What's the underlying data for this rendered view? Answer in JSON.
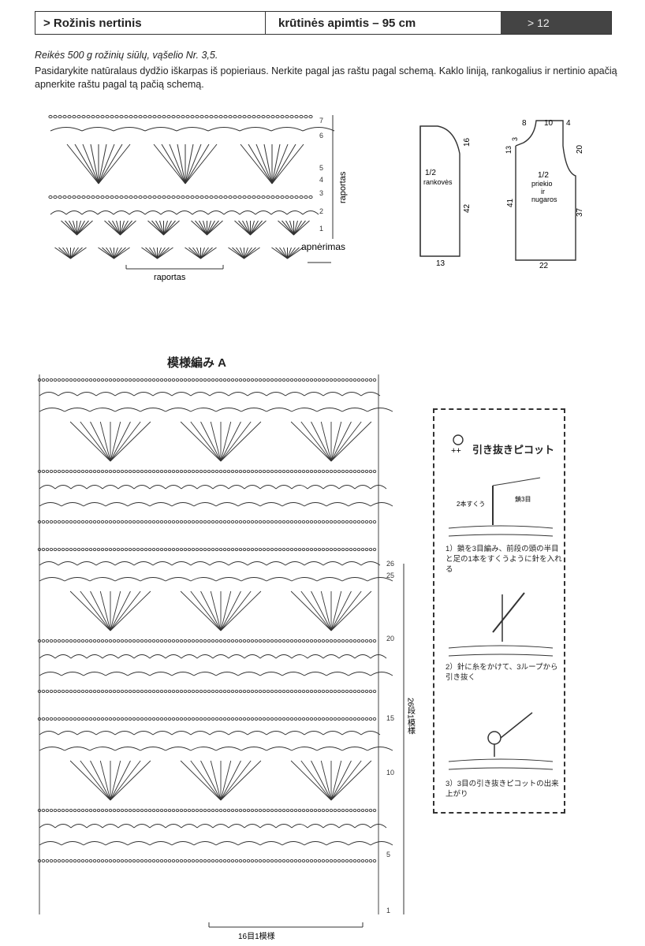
{
  "header": {
    "title": "> Rožinis nertinis",
    "size": "krūtinės apimtis – 95 cm",
    "page": "> 12"
  },
  "intro": {
    "materials": "Reikės 500 g rožinių siūlų, vąšelio Nr. 3,5.",
    "instructions": "Pasidarykite natūralaus dydžio iškarpas iš popieriaus. Nerkite pagal jas raštu pagal schemą. Kaklo liniją, rankogalius ir nertinio apačią apnerkite raštu pagal tą pačią schemą."
  },
  "small_chart": {
    "rows": [
      "7",
      "6",
      "5",
      "4",
      "3",
      "2",
      "1"
    ],
    "raportas_v": "raportas",
    "edging": "apnėrimas",
    "raportas_h": "raportas"
  },
  "sleeve": {
    "label_a": "1/2",
    "label_b": "rankovės",
    "cap": "16",
    "length": "42",
    "width": "13"
  },
  "body": {
    "label_a": "1/2",
    "label_b": "priekio",
    "label_c": "ir",
    "label_d": "nugaros",
    "top": [
      "8",
      "10",
      "4"
    ],
    "neck_left": [
      "13",
      "3"
    ],
    "left_length": "41",
    "armhole": "20",
    "side": "37",
    "width": "22"
  },
  "big_chart": {
    "title": "模様編み A",
    "rows": [
      "26",
      "25",
      "20",
      "15",
      "10",
      "5",
      "1"
    ],
    "repeat_v": "26段1模様",
    "repeat_h": "16目1模様"
  },
  "picot_panel": {
    "title": "引き抜きピコット",
    "symbol": "++",
    "fig1_a": "2本すくう",
    "fig1_b": "鎖3目",
    "step1": "1）鎖を3目編み、前段の頭の半目と足の1本をすくうように針を入れる",
    "step2": "2）針に糸をかけて、3ループから引き抜く",
    "step3": "3）3目の引き抜きピコットの出来上がり"
  }
}
